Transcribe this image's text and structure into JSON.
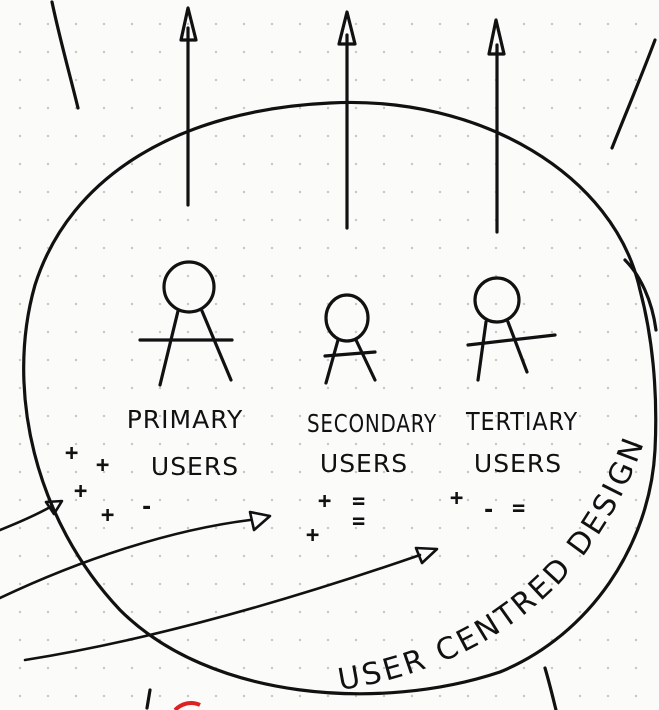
{
  "users": [
    {
      "label_line1": "PRIMARY",
      "label_line2": "USERS",
      "signs": [
        "+",
        "+",
        "+",
        "+",
        "-"
      ]
    },
    {
      "label_line1": "SECONDARY",
      "label_line2": "USERS",
      "signs": [
        "+",
        "=",
        "+",
        "="
      ]
    },
    {
      "label_line1": "TERTIARY",
      "label_line2": "USERS",
      "signs": [
        "+",
        "-",
        "="
      ]
    }
  ],
  "circle_caption": "USER CENTRED DESIGN",
  "icons": [
    "person-icon",
    "arrow-up-icon",
    "arrow-in-icon"
  ]
}
